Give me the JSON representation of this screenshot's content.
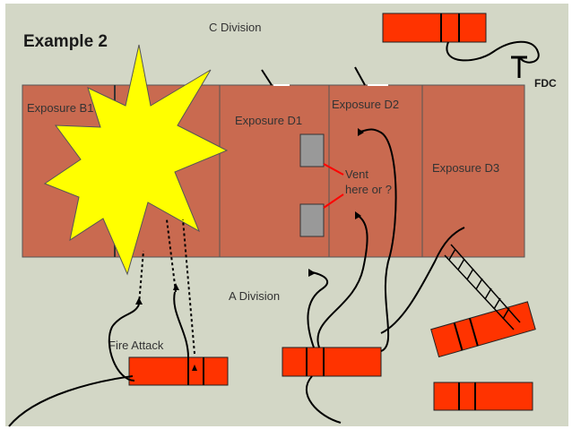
{
  "slide": {
    "title": "Example 2",
    "background_color": "#d3d7c6"
  },
  "building": {
    "fill_color": "#c96a50",
    "exposures": [
      {
        "label": "Exposure B1"
      },
      {
        "label": "Exposure D1"
      },
      {
        "label": "Exposure D2"
      },
      {
        "label": "Exposure D3"
      }
    ]
  },
  "divisions": {
    "top": "C Division",
    "bottom": "A Division"
  },
  "labels": {
    "fdc": "FDC",
    "fire_attack": "Fire Attack",
    "vent_line1": "Vent",
    "vent_line2": "here or ?"
  },
  "colors": {
    "fire": "#ffff00",
    "engine": "#ff3300",
    "window": "#999999",
    "vent_arrow": "#ff0000",
    "hose": "#000000"
  },
  "icons": [
    "fire-burst-icon",
    "ladder-icon",
    "fdc-connection-icon",
    "hose-arrow-icon"
  ]
}
